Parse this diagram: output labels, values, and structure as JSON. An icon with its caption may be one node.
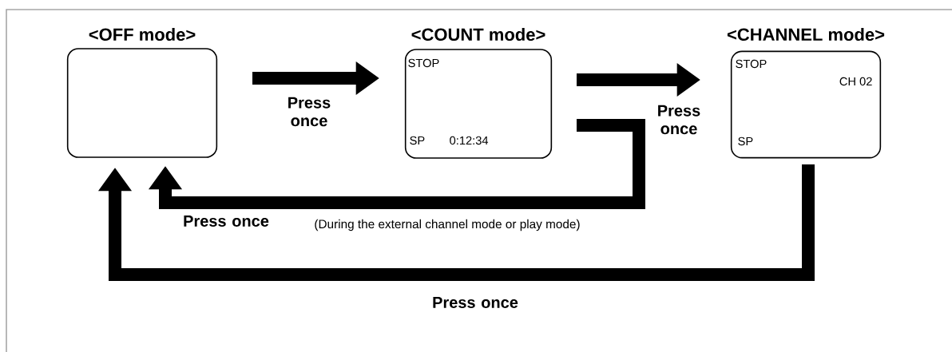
{
  "diagram": {
    "nodes": [
      {
        "text": [
          "<OFF mode>"
        ]
      },
      {
        "text": [
          "<COUNT mode>",
          "STOP",
          "SP",
          "0:12:34"
        ]
      },
      {
        "text": [
          "<CHANNEL mode>",
          "STOP",
          "CH 02",
          "SP"
        ]
      }
    ],
    "edges": [
      {
        "from": 0,
        "to": 1,
        "arrow": "to",
        "label": "Press once"
      },
      {
        "from": 1,
        "to": 2,
        "arrow": "to",
        "label": "Press once"
      },
      {
        "from": 1,
        "to": 0,
        "arrow": "to",
        "label": "Press once"
      },
      {
        "from": 2,
        "to": 0,
        "arrow": "to",
        "label": "Press once"
      }
    ],
    "labels": [
      "(During the external channel mode or play mode)"
    ]
  }
}
